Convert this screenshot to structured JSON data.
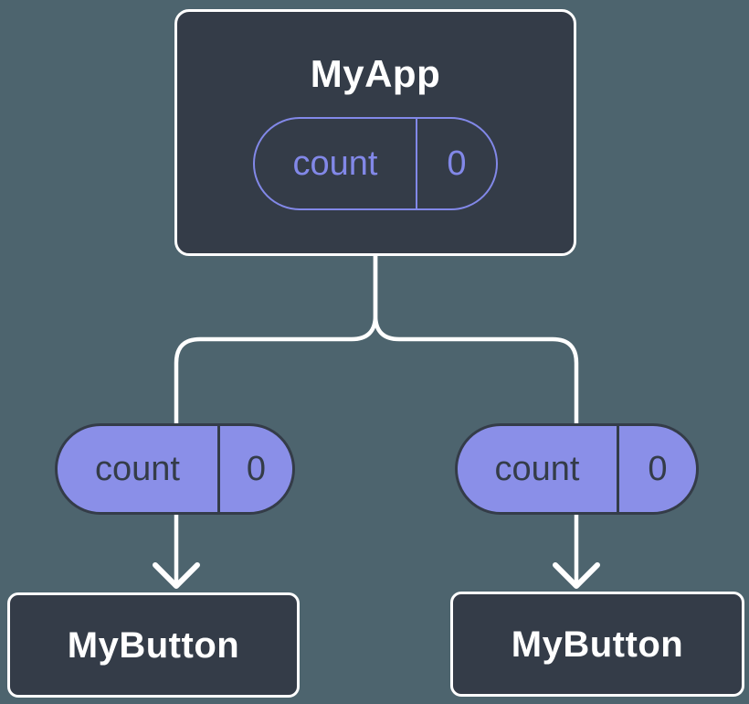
{
  "diagram": {
    "title": "component-tree-with-state-and-props",
    "root": {
      "title": "MyApp",
      "prop_name": "count",
      "prop_value": "0"
    },
    "children": [
      {
        "title": "MyButton",
        "prop_name": "count",
        "prop_value": "0"
      },
      {
        "title": "MyButton",
        "prop_name": "count",
        "prop_value": "0"
      }
    ]
  },
  "colors": {
    "background": "#4d646e",
    "node_fill": "#343c48",
    "node_border": "#ffffff",
    "node_text": "#ffffff",
    "pill_fill": "#8a8fe8",
    "pill_outline": "#8288e8",
    "pill_dark_text": "#343c48",
    "connector": "#ffffff"
  }
}
